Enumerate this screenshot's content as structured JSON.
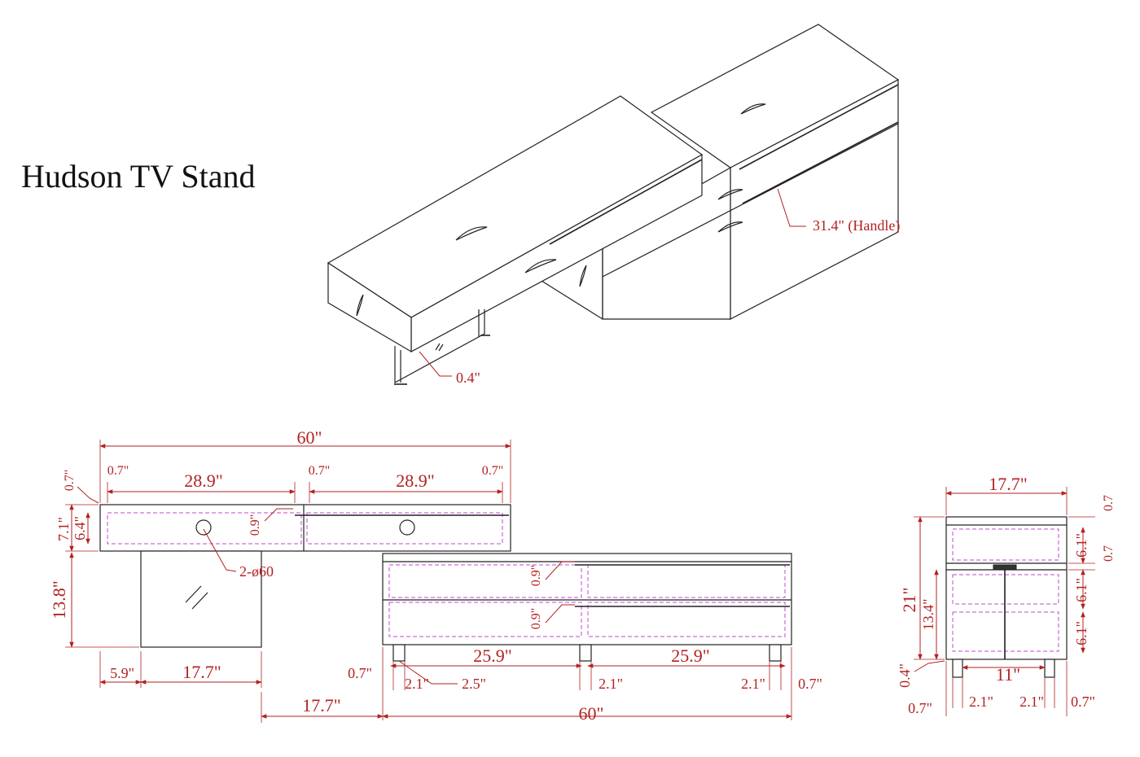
{
  "title": "Hudson TV Stand",
  "iso": {
    "handle_label": "31.4\" (Handle)",
    "glass_label": "0.4\""
  },
  "front": {
    "overall_width": "60\"",
    "edge_left": "0.7\"",
    "edge_mid": "0.7\"",
    "edge_right": "0.7\"",
    "drawer_left": "28.9\"",
    "drawer_right": "28.9\"",
    "top_edge": "0.7\"",
    "top_height": "7.1\"",
    "drawer_height": "6.4\"",
    "gap": "0.9\"",
    "holes": "2-ø60",
    "leg_height": "13.8\"",
    "offset": "5.9\"",
    "glass_width": "17.7\""
  },
  "lower": {
    "gap_top": "0.9\"",
    "gap_bottom": "0.9\"",
    "drawer_left": "25.9\"",
    "drawer_right": "25.9\"",
    "edge_left": "0.7\"",
    "foot_left": "2.1\"",
    "foot_offset": "2.5\"",
    "foot_mid": "2.1\"",
    "foot_right": "2.1\"",
    "edge_right": "0.7\"",
    "shift": "17.7\"",
    "overall_width": "60\""
  },
  "side": {
    "depth": "17.7\"",
    "edge_top": "0.7",
    "edge_mid": "0.7",
    "drawer_1": "6.1\"",
    "drawer_2": "6.1\"",
    "drawer_3": "6.1\"",
    "total_height": "21\"",
    "body_height": "13.4\"",
    "leg": "0.4\"",
    "foot_spacing": "11\"",
    "edge_left": "0.7\"",
    "foot_left": "2.1\"",
    "foot_right": "2.1\"",
    "edge_right": "0.7\""
  }
}
